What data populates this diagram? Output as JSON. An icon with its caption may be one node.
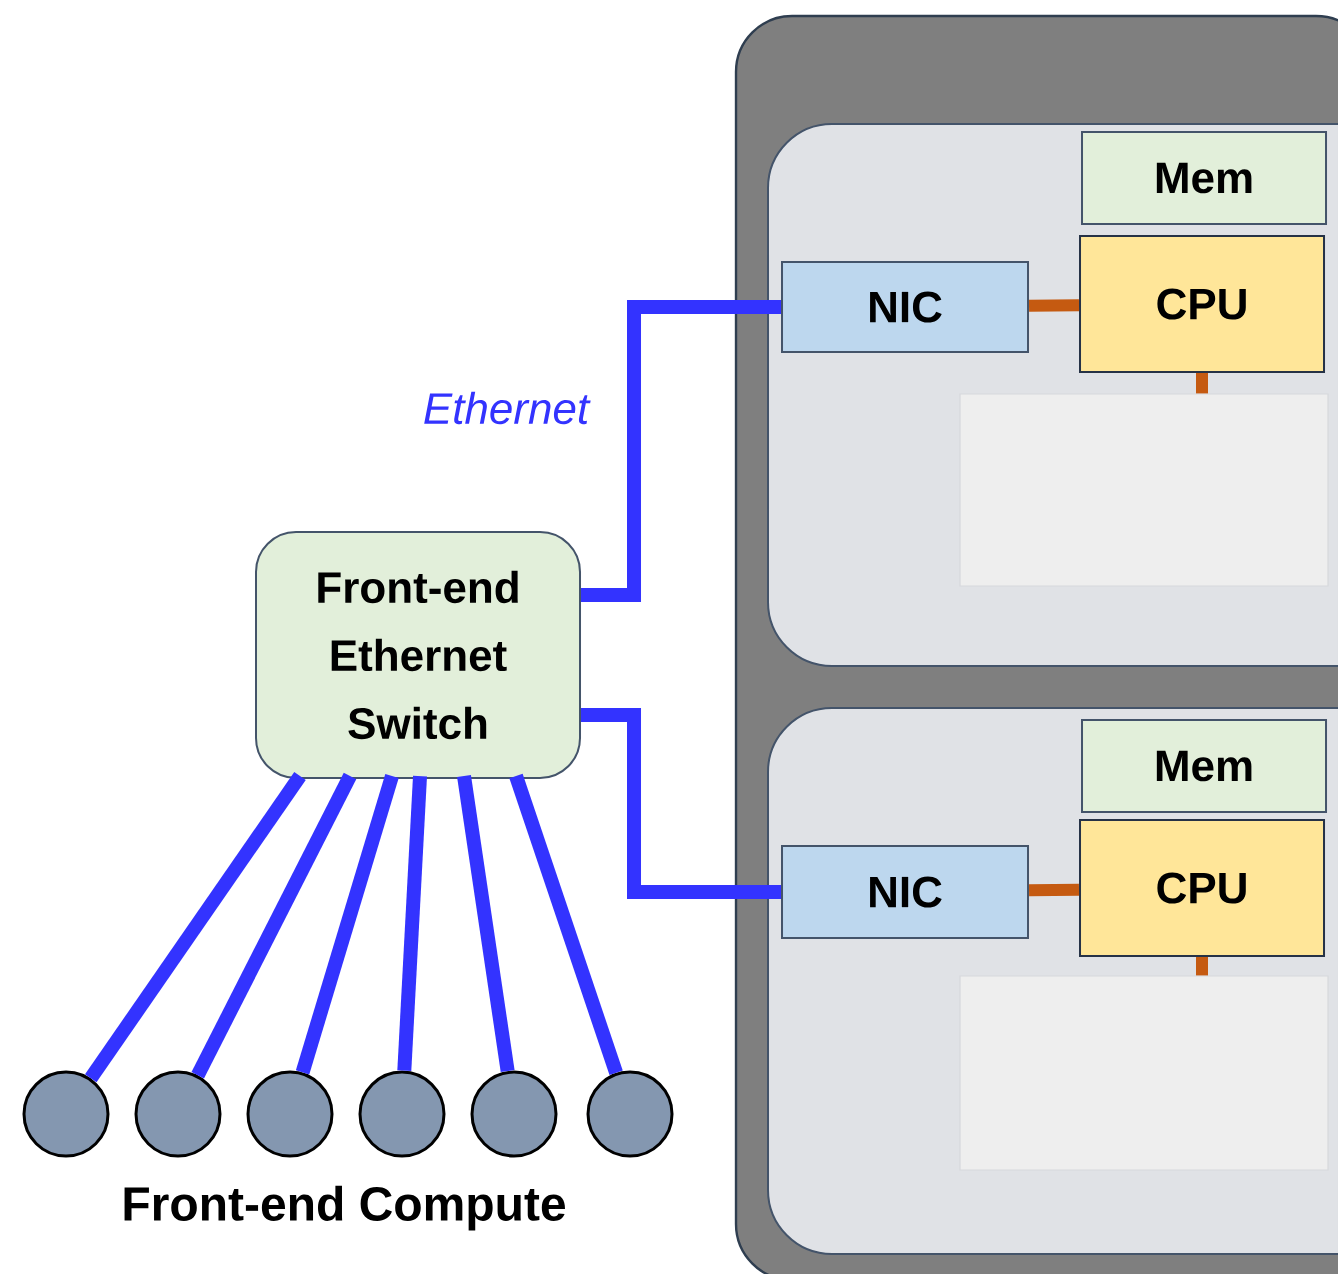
{
  "diagram": {
    "nodes": [
      {
        "text": [],
        "shape": "box"
      },
      {
        "text": [],
        "shape": "box",
        "in": 0
      },
      {
        "text": [
          "NIC"
        ],
        "in": 1
      },
      {
        "text": [
          "CPU"
        ],
        "in": 1
      },
      {
        "text": [
          "Mem"
        ],
        "in": 1
      },
      {
        "text": [],
        "shape": "box",
        "in": 1
      },
      {
        "text": [],
        "shape": "box",
        "in": 0
      },
      {
        "text": [
          "NIC"
        ],
        "in": 6
      },
      {
        "text": [
          "CPU"
        ],
        "in": 6
      },
      {
        "text": [
          "Mem"
        ],
        "in": 6
      },
      {
        "text": [],
        "shape": "box",
        "in": 6
      },
      {
        "text": [
          "Front-end Ethernet Switch"
        ]
      },
      {
        "text": [],
        "shape": "circle"
      },
      {
        "text": [],
        "shape": "circle"
      },
      {
        "text": [],
        "shape": "circle"
      },
      {
        "text": [],
        "shape": "circle"
      },
      {
        "text": [],
        "shape": "circle"
      },
      {
        "text": [],
        "shape": "circle"
      }
    ],
    "edges": [
      {
        "from": 11,
        "to": 2,
        "arrow": "none",
        "label": "Ethernet"
      },
      {
        "from": 11,
        "to": 7,
        "arrow": "none"
      },
      {
        "from": 2,
        "to": 3,
        "arrow": "none",
        "color": "#c55a11"
      },
      {
        "from": 3,
        "to": 5,
        "arrow": "none",
        "color": "#c55a11"
      },
      {
        "from": 7,
        "to": 8,
        "arrow": "none",
        "color": "#c55a11"
      },
      {
        "from": 8,
        "to": 10,
        "arrow": "none",
        "color": "#c55a11"
      },
      {
        "from": 11,
        "to": 12,
        "arrow": "none"
      },
      {
        "from": 11,
        "to": 13,
        "arrow": "none"
      },
      {
        "from": 11,
        "to": 14,
        "arrow": "none"
      },
      {
        "from": 11,
        "to": 15,
        "arrow": "none"
      },
      {
        "from": 11,
        "to": 16,
        "arrow": "none"
      },
      {
        "from": 11,
        "to": 17,
        "arrow": "none"
      }
    ],
    "labels": [
      "Front-end Compute"
    ]
  }
}
